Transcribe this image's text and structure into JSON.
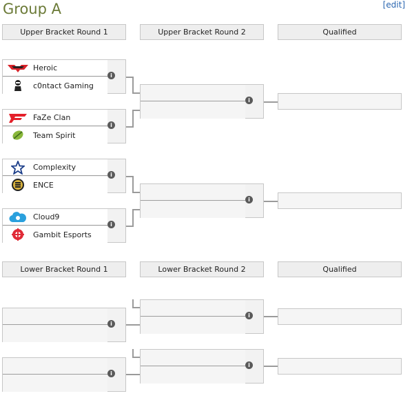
{
  "group": {
    "title": "Group A",
    "edit_label": "edit"
  },
  "upper": {
    "headers": [
      "Upper Bracket Round 1",
      "Upper Bracket Round 2",
      "Qualified"
    ],
    "matches": [
      {
        "team1": "Heroic",
        "team1_logo": "heroic-logo",
        "team2": "c0ntact Gaming",
        "team2_logo": "contact-gaming-logo"
      },
      {
        "team1": "FaZe Clan",
        "team1_logo": "faze-clan-logo",
        "team2": "Team Spirit",
        "team2_logo": "team-spirit-logo"
      },
      {
        "team1": "Complexity",
        "team1_logo": "complexity-logo",
        "team2": "ENCE",
        "team2_logo": "ence-logo"
      },
      {
        "team1": "Cloud9",
        "team1_logo": "cloud9-logo",
        "team2": "Gambit Esports",
        "team2_logo": "gambit-esports-logo"
      }
    ]
  },
  "lower": {
    "headers": [
      "Lower Bracket Round 1",
      "Lower Bracket Round 2",
      "Qualified"
    ]
  },
  "info_glyph": "i",
  "colors": {
    "title": "#6b7a37",
    "link": "#2a66b0",
    "header_bg": "#eeeeee",
    "connector": "#9a9a9a"
  }
}
